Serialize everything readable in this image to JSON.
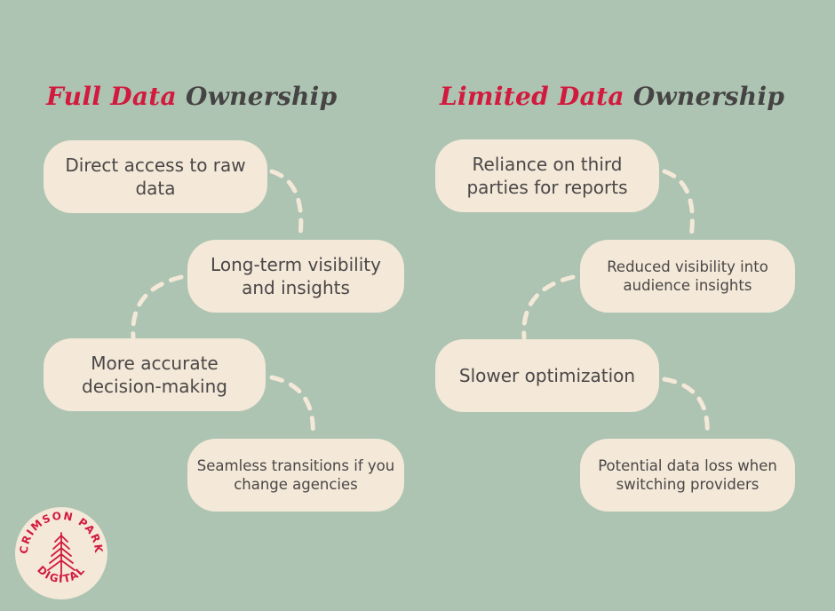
{
  "columns": [
    {
      "title_accent": "Full Data",
      "title_rest": "Ownership",
      "items": [
        "Direct access to raw data",
        "Long-term visibility and insights",
        "More accurate decision-making",
        "Seamless transitions if you change agencies"
      ]
    },
    {
      "title_accent": "Limited Data",
      "title_rest": "Ownership",
      "items": [
        "Reliance on third parties for reports",
        "Reduced visibility into audience insights",
        "Slower optimization",
        "Potential data loss when switching providers"
      ]
    }
  ],
  "logo": {
    "text": "CRIMSON PARK DIGITAL",
    "top_text": "CRIMSON PARK",
    "bottom_text": "DIGITAL",
    "icon": "pine-tree-icon"
  },
  "colors": {
    "background": "#adc4b2",
    "pill": "#f4e8d8",
    "accent": "#d21a3e",
    "title_dark": "#454343",
    "text": "#4a4747",
    "connector": "#f4e8d8"
  }
}
